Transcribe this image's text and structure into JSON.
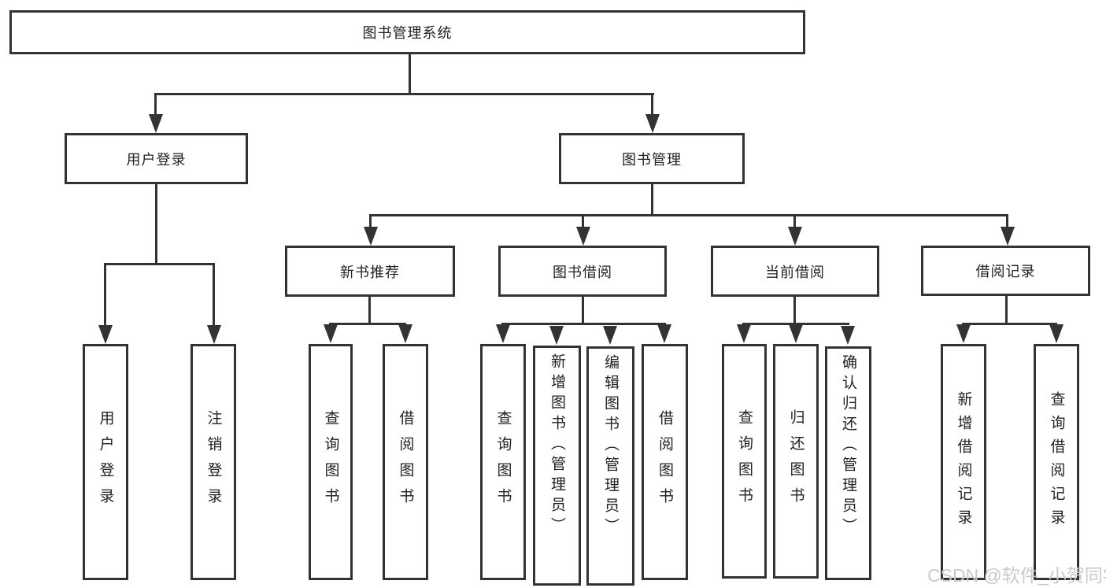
{
  "colors": {
    "line": "#333333",
    "text": "#222222",
    "box_bg": "#ffffff",
    "background": "#ffffff",
    "watermark": "#c9c9c9"
  },
  "nodes": {
    "root": "图书管理系统",
    "user_login": "用户登录",
    "book_mgmt": "图书管理",
    "rec": "新书推荐",
    "borrow": "图书借阅",
    "current": "当前借阅",
    "record": "借阅记录",
    "ul_login": "用户登录",
    "ul_logout": "注销登录",
    "rec_query": "查询图书",
    "rec_borrow": "借阅图书",
    "bor_query": "查询图书",
    "bor_add": "新增图书（管理员）",
    "bor_edit": "编辑图书（管理员）",
    "bor_borrow": "借阅图书",
    "cur_query": "查询图书",
    "cur_return": "归还图书",
    "cur_confirm": "确认归还（管理员）",
    "rec2_add": "新增借阅记录",
    "rec2_query": "查询借阅记录"
  },
  "watermark": {
    "text": "CSDN @软件_小贺同学"
  }
}
